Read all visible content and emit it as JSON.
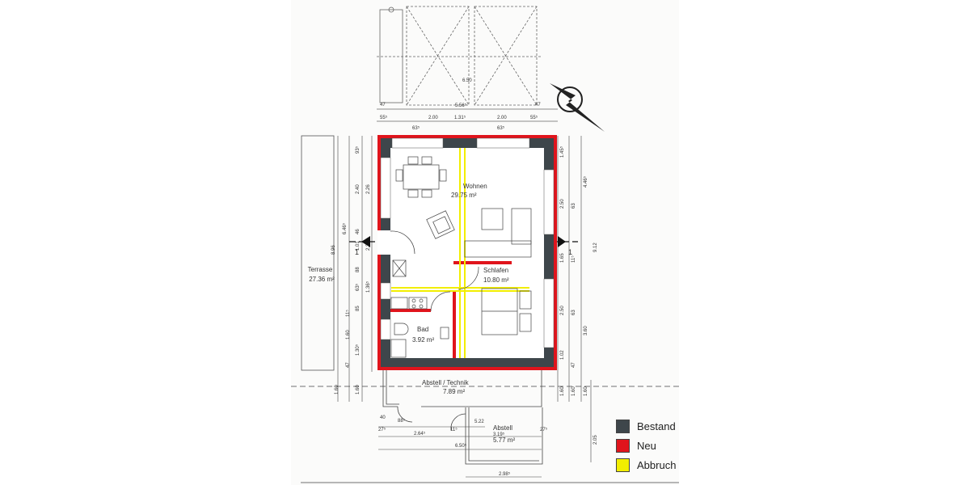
{
  "rooms": {
    "wohnen": {
      "name": "Wohnen",
      "area": "29.75 m²"
    },
    "schlafen": {
      "name": "Schlafen",
      "area": "10.80 m²"
    },
    "bad": {
      "name": "Bad",
      "area": "3.92 m²"
    },
    "terrasse": {
      "name": "Terrasse",
      "area": "27.36 m²"
    },
    "abstell_technik": {
      "name": "Abstell / Technik",
      "area": "7.89 m²"
    },
    "abstell": {
      "name": "Abstell",
      "area": "5.77 m²",
      "sub": "3.19⁵"
    }
  },
  "dimensions": {
    "top": [
      "6.50",
      "5.56⁵",
      "47",
      "2.00",
      "1.31⁵",
      "2.00",
      "47",
      "55⁵",
      "63⁵",
      "63⁵",
      "55⁵"
    ],
    "left": [
      "8.96",
      "6.46⁵",
      "2.40",
      "2.26",
      "1.01",
      "2.26",
      "88",
      "63⁵",
      "85",
      "1.60",
      "1.30⁵",
      "1.36⁵",
      "47",
      "1.60",
      "1.60",
      "11⁵",
      "46",
      "93⁵"
    ],
    "right": [
      "1.45⁵",
      "4.46⁵",
      "2.50",
      "63",
      "1.65",
      "11⁵",
      "2.50",
      "63",
      "1.02",
      "3.60",
      "9.12",
      "47",
      "1.60",
      "1.60",
      "1.60",
      "2.05"
    ],
    "bottom": [
      "40",
      "88⁵",
      "27⁵",
      "2.64⁵",
      "11⁵",
      "5.22",
      "6.50⁵",
      "27⁵",
      "2.98⁵"
    ]
  },
  "section_marker": "1",
  "legend": [
    {
      "label": "Bestand",
      "color": "#3e464b"
    },
    {
      "label": "Neu",
      "color": "#e0141c"
    },
    {
      "label": "Abbruch",
      "color": "#f2ee00"
    }
  ]
}
